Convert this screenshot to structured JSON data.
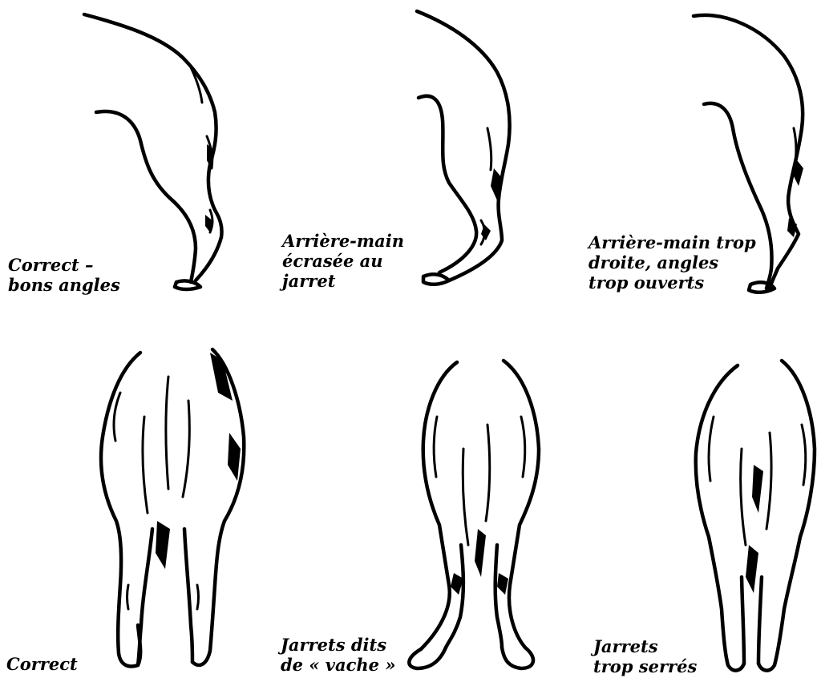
{
  "side_views": [
    {
      "name": "correct",
      "caption_lines": [
        "Correct –",
        "bons angles"
      ]
    },
    {
      "name": "ecrasee",
      "caption_lines": [
        "Arrière-main",
        "écrasée au",
        "jarret"
      ]
    },
    {
      "name": "droite",
      "caption_lines": [
        "Arrière-main trop",
        "droite, angles",
        "trop ouverts"
      ]
    }
  ],
  "rear_views": [
    {
      "name": "correct",
      "caption_lines": [
        "Correct"
      ]
    },
    {
      "name": "vache",
      "caption_lines": [
        "Jarrets dits",
        "de « vache »"
      ]
    },
    {
      "name": "serres",
      "caption_lines": [
        "Jarrets",
        "trop serrés"
      ]
    }
  ]
}
